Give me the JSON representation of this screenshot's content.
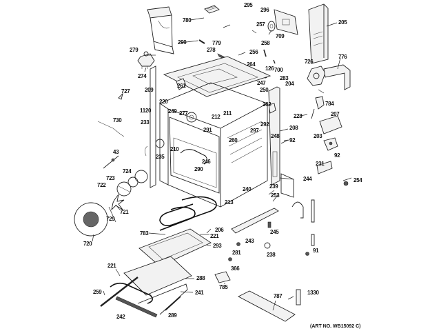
{
  "diagram": {
    "type": "exploded-parts-diagram",
    "subject": "Oven body assembly",
    "art_number": "(ART NO. WB15092 C)",
    "part_labels": [
      {
        "id": "780",
        "name": "part-780"
      },
      {
        "id": "295",
        "name": "part-295"
      },
      {
        "id": "296",
        "name": "part-296"
      },
      {
        "id": "205",
        "name": "part-205"
      },
      {
        "id": "257",
        "name": "part-257"
      },
      {
        "id": "709",
        "name": "part-709"
      },
      {
        "id": "299",
        "name": "part-299"
      },
      {
        "id": "779",
        "name": "part-779"
      },
      {
        "id": "278",
        "name": "part-278"
      },
      {
        "id": "258",
        "name": "part-258"
      },
      {
        "id": "256",
        "name": "part-256"
      },
      {
        "id": "279",
        "name": "part-279"
      },
      {
        "id": "274",
        "name": "part-274"
      },
      {
        "id": "776",
        "name": "part-776"
      },
      {
        "id": "264",
        "name": "part-264"
      },
      {
        "id": "126",
        "name": "part-126"
      },
      {
        "id": "700",
        "name": "part-700"
      },
      {
        "id": "726",
        "name": "part-726"
      },
      {
        "id": "727",
        "name": "part-727"
      },
      {
        "id": "209",
        "name": "part-209"
      },
      {
        "id": "261",
        "name": "part-261"
      },
      {
        "id": "247",
        "name": "part-247"
      },
      {
        "id": "283",
        "name": "part-283"
      },
      {
        "id": "204",
        "name": "part-204"
      },
      {
        "id": "250",
        "name": "part-250"
      },
      {
        "id": "220",
        "name": "part-220"
      },
      {
        "id": "262",
        "name": "part-262"
      },
      {
        "id": "784",
        "name": "part-784"
      },
      {
        "id": "1120",
        "name": "part-1120"
      },
      {
        "id": "249",
        "name": "part-249"
      },
      {
        "id": "277",
        "name": "part-277"
      },
      {
        "id": "212",
        "name": "part-212"
      },
      {
        "id": "211",
        "name": "part-211"
      },
      {
        "id": "228",
        "name": "part-228"
      },
      {
        "id": "207",
        "name": "part-207"
      },
      {
        "id": "730",
        "name": "part-730"
      },
      {
        "id": "233",
        "name": "part-233"
      },
      {
        "id": "291",
        "name": "part-291"
      },
      {
        "id": "292",
        "name": "part-292"
      },
      {
        "id": "297",
        "name": "part-297"
      },
      {
        "id": "208",
        "name": "part-208"
      },
      {
        "id": "260",
        "name": "part-260"
      },
      {
        "id": "248",
        "name": "part-248"
      },
      {
        "id": "203",
        "name": "part-203"
      },
      {
        "id": "92",
        "name": "part-92"
      },
      {
        "id": "92",
        "name": "part-92-b"
      },
      {
        "id": "210",
        "name": "part-210"
      },
      {
        "id": "43",
        "name": "part-43"
      },
      {
        "id": "235",
        "name": "part-235"
      },
      {
        "id": "246",
        "name": "part-246"
      },
      {
        "id": "231",
        "name": "part-231"
      },
      {
        "id": "724",
        "name": "part-724"
      },
      {
        "id": "290",
        "name": "part-290"
      },
      {
        "id": "723",
        "name": "part-723"
      },
      {
        "id": "244",
        "name": "part-244"
      },
      {
        "id": "254",
        "name": "part-254"
      },
      {
        "id": "722",
        "name": "part-722"
      },
      {
        "id": "240",
        "name": "part-240"
      },
      {
        "id": "239",
        "name": "part-239"
      },
      {
        "id": "253",
        "name": "part-253"
      },
      {
        "id": "213",
        "name": "part-213"
      },
      {
        "id": "721",
        "name": "part-721"
      },
      {
        "id": "729",
        "name": "part-729"
      },
      {
        "id": "206",
        "name": "part-206"
      },
      {
        "id": "783",
        "name": "part-783"
      },
      {
        "id": "221",
        "name": "part-221"
      },
      {
        "id": "245",
        "name": "part-245"
      },
      {
        "id": "720",
        "name": "part-720"
      },
      {
        "id": "243",
        "name": "part-243"
      },
      {
        "id": "293",
        "name": "part-293"
      },
      {
        "id": "281",
        "name": "part-281"
      },
      {
        "id": "238",
        "name": "part-238"
      },
      {
        "id": "91",
        "name": "part-91"
      },
      {
        "id": "366",
        "name": "part-366"
      },
      {
        "id": "221",
        "name": "part-221-b"
      },
      {
        "id": "288",
        "name": "part-288"
      },
      {
        "id": "785",
        "name": "part-785"
      },
      {
        "id": "259",
        "name": "part-259"
      },
      {
        "id": "241",
        "name": "part-241"
      },
      {
        "id": "787",
        "name": "part-787"
      },
      {
        "id": "1330",
        "name": "part-1330"
      },
      {
        "id": "242",
        "name": "part-242"
      },
      {
        "id": "289",
        "name": "part-289"
      }
    ]
  }
}
